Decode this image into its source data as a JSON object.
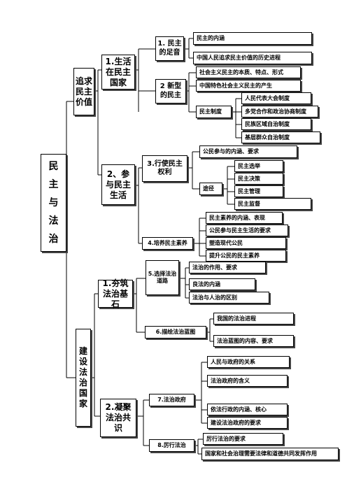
{
  "root": "民主与法治",
  "branch1": {
    "label": "追求民主价值",
    "sub1": {
      "label": "1.生活在民主国家",
      "a": {
        "label": "1. 民主的足音",
        "items": [
          "民主的内涵",
          "中国人民追求民主价值的历史进程"
        ]
      },
      "b": {
        "label": "2 新型的民主",
        "items": [
          "社会主义民主的本质、特点、形式",
          "中国特色社会主义民主的产生"
        ]
      },
      "c": {
        "label": "民主制度",
        "items": [
          "人民代表大会制度",
          "多党合作和政治协商制度",
          "民族区域自治制度",
          "基层群众自治制度"
        ]
      }
    },
    "sub2": {
      "label": "2、参与民主生活",
      "a": {
        "label": "3.行使民主权利",
        "item": "公民参与的内涵、要求",
        "path_label": "途径",
        "paths": [
          "民主选举",
          "民主决策",
          "民主管理",
          "民主监督"
        ]
      },
      "b": {
        "label": "4.培养民主素养",
        "items": [
          "民主素养的内涵、表现",
          "公民参与民主生活的要求",
          "塑造现代公民",
          "提升公民的民主素养"
        ]
      }
    }
  },
  "branch2": {
    "label": "建设法治国家",
    "sub1": {
      "label": "1.夯筑法治基石",
      "a": {
        "label": "5.选择法治道路",
        "items": [
          "法治的作用、要求",
          "良法的内涵",
          "法治与人治的区别"
        ]
      },
      "b": {
        "label": "6.描绘法治蓝图",
        "items": [
          "我国的法治进程",
          "法治蓝图的内容、要求"
        ]
      }
    },
    "sub2": {
      "label": "2.凝聚法治共识",
      "a": {
        "label": "7.法治政府",
        "items": [
          "人民与政府的关系",
          "法治政府的含义",
          "依法行政的内涵、核心",
          "建设法治政府的要求"
        ]
      },
      "b": {
        "label": "8.厉行法治",
        "items": [
          "厉行法治的要求",
          "国家和社会治理需要法律和道德共同发挥作用"
        ]
      }
    }
  }
}
